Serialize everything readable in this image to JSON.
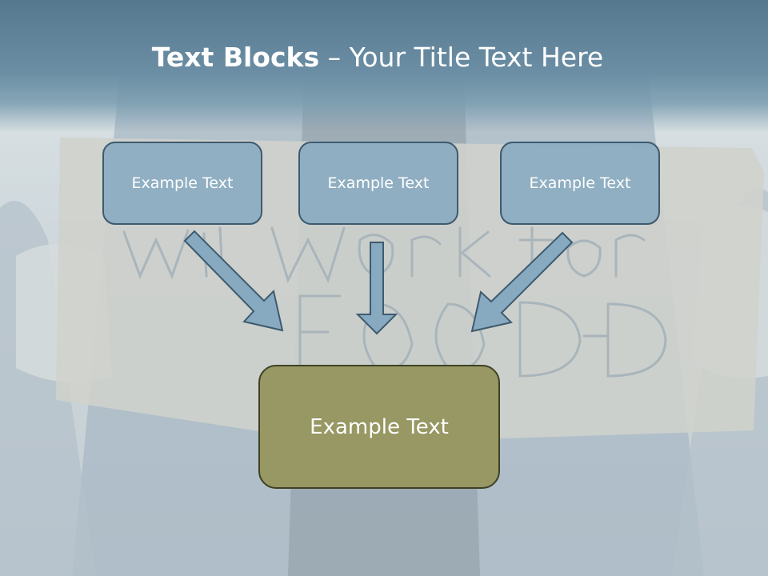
{
  "title": {
    "bold": "Text Blocks",
    "rest": " – Your Title Text Here"
  },
  "blocks": [
    {
      "label": "Example Text"
    },
    {
      "label": "Example Text"
    },
    {
      "label": "Example Text"
    }
  ],
  "target_block": {
    "label": "Example Text"
  },
  "colors": {
    "title_band": "#5f8299",
    "box_fill": "#87aac0",
    "box_border": "#3e5a6e",
    "target_fill": "#979863",
    "target_border": "#3f4126",
    "arrow_fill": "#87aac0"
  }
}
